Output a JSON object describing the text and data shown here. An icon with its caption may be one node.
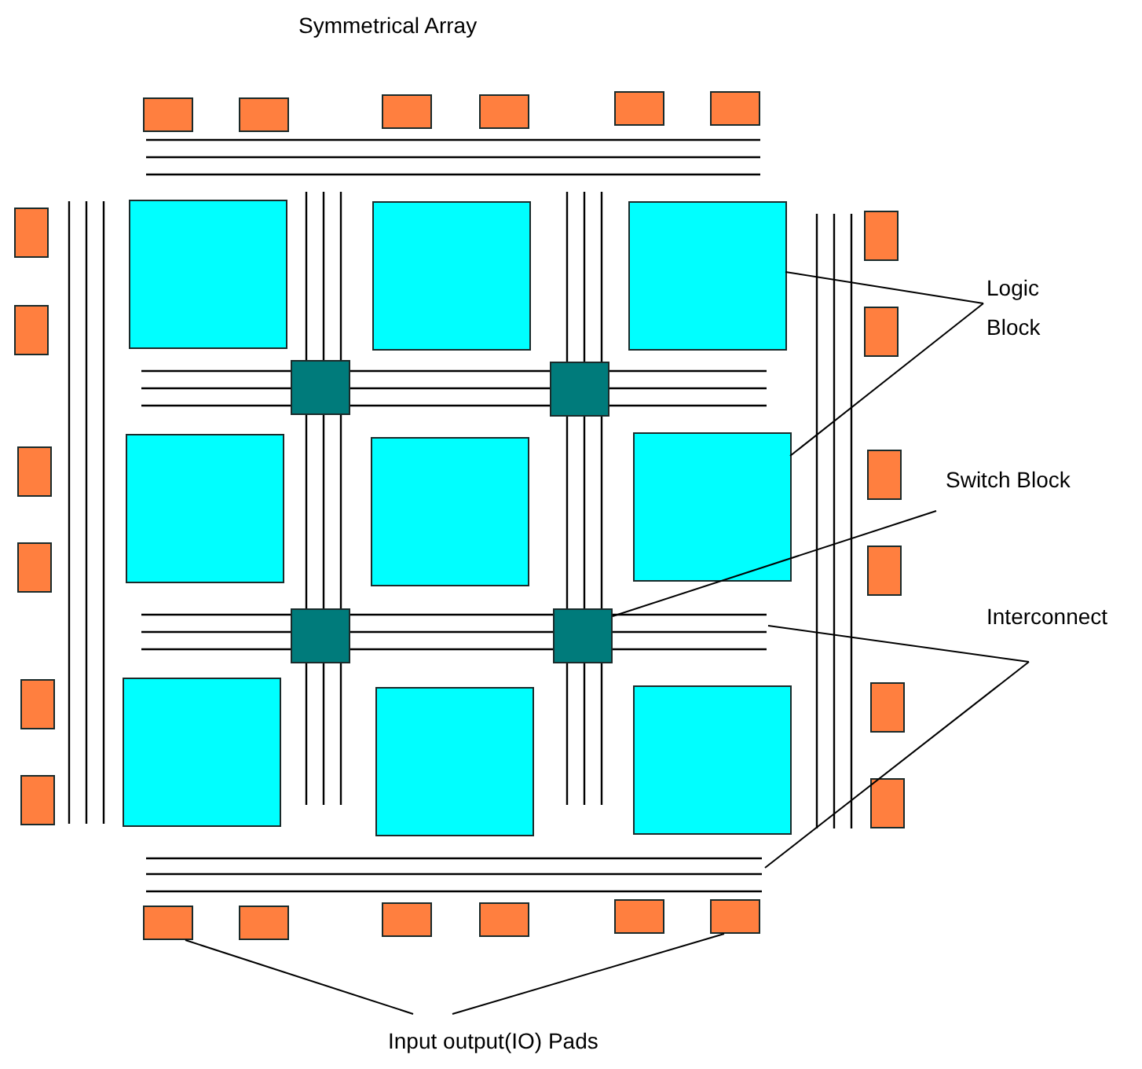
{
  "diagram": {
    "title": "Symmetrical Array",
    "nodes": [
      {
        "text": [],
        "shape": "box"
      },
      {
        "text": [],
        "shape": "box"
      },
      {
        "text": [],
        "shape": "box"
      },
      {
        "text": [],
        "shape": "box"
      },
      {
        "text": [],
        "shape": "box"
      },
      {
        "text": [],
        "shape": "box"
      },
      {
        "text": [],
        "shape": "box"
      },
      {
        "text": [],
        "shape": "box"
      },
      {
        "text": [],
        "shape": "box"
      },
      {
        "text": [],
        "shape": "box"
      },
      {
        "text": [],
        "shape": "box"
      },
      {
        "text": [],
        "shape": "box"
      },
      {
        "text": [],
        "shape": "box"
      },
      {
        "text": [],
        "shape": "box"
      },
      {
        "text": [],
        "shape": "box"
      },
      {
        "text": [],
        "shape": "box"
      },
      {
        "text": [],
        "shape": "box"
      },
      {
        "text": [],
        "shape": "box"
      },
      {
        "text": [],
        "shape": "box"
      },
      {
        "text": [],
        "shape": "box"
      },
      {
        "text": [],
        "shape": "box"
      },
      {
        "text": [],
        "shape": "box"
      },
      {
        "text": [],
        "shape": "box"
      },
      {
        "text": [],
        "shape": "box"
      },
      {
        "text": [],
        "shape": "box"
      },
      {
        "text": [],
        "shape": "box"
      },
      {
        "text": [],
        "shape": "box"
      },
      {
        "text": [],
        "shape": "box"
      },
      {
        "text": [],
        "shape": "box"
      },
      {
        "text": [],
        "shape": "box"
      },
      {
        "text": [],
        "shape": "box"
      },
      {
        "text": [],
        "shape": "box"
      },
      {
        "text": [],
        "shape": "box"
      },
      {
        "text": [],
        "shape": "box"
      },
      {
        "text": [],
        "shape": "box"
      },
      {
        "text": [],
        "shape": "box"
      },
      {
        "text": [],
        "shape": "box"
      },
      {
        "text": [
          "Logic Block"
        ]
      },
      {
        "text": [
          "Switch Block"
        ]
      },
      {
        "text": [
          "Interconnect"
        ]
      },
      {
        "text": [
          "Input output(IO) Pads"
        ]
      }
    ],
    "edges": [
      {
        "from": 37,
        "to": 8,
        "arrow": "none"
      },
      {
        "from": 37,
        "to": 11,
        "arrow": "none"
      },
      {
        "from": 38,
        "to": 18,
        "arrow": "none"
      },
      {
        "from": 39,
        "to": null,
        "arrow": "none"
      },
      {
        "from": 39,
        "to": null,
        "arrow": "none"
      },
      {
        "from": 40,
        "to": 31,
        "arrow": "none"
      },
      {
        "from": 40,
        "to": 36,
        "arrow": "none"
      }
    ]
  }
}
